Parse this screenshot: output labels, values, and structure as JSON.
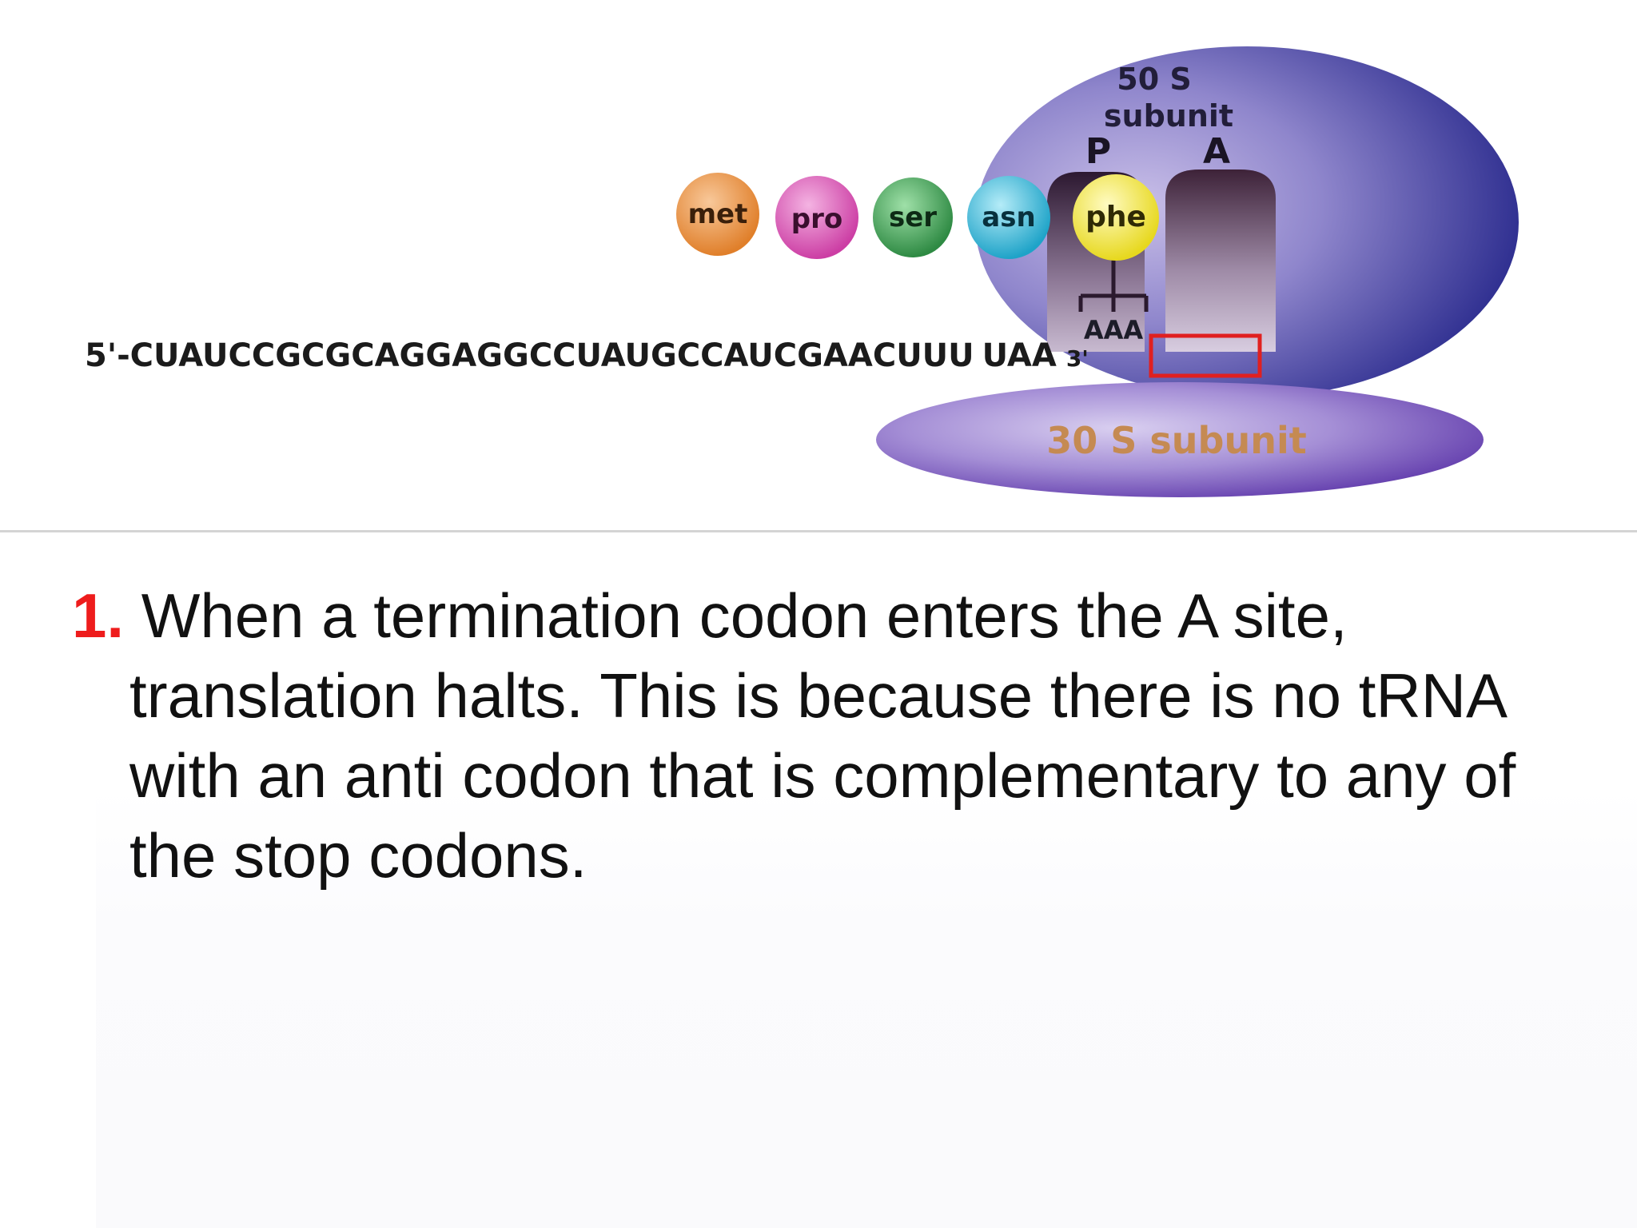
{
  "diagram": {
    "large_subunit": "50 S\nsubunit",
    "large_subunit_line1": "50 S",
    "large_subunit_line2": "subunit",
    "site_p": "P",
    "site_a": "A",
    "amino_acids": [
      {
        "label": "met",
        "color": "#e99240"
      },
      {
        "label": "pro",
        "color": "#d95fb8"
      },
      {
        "label": "ser",
        "color": "#3f9f56"
      },
      {
        "label": "asn",
        "color": "#38b6d4"
      },
      {
        "label": "phe",
        "color": "#f2e83a"
      }
    ],
    "anticodon": "AAA",
    "mrna_before": "5'-CUAUCCGCGCAGGAGGCCUAUGCCAUCGAACUUU",
    "stop_codon": "UAA",
    "mrna_end": "3'",
    "small_subunit": "30 S subunit",
    "colors": {
      "ribosome_dark": "#2e2f8f",
      "ribosome_light": "#b7a9de",
      "stop_box": "#e02020",
      "trna_dark": "#3b2440"
    }
  },
  "text": {
    "number": "1.",
    "line1": " When a termination codon enters the A site,",
    "line2": "translation halts. This is because there is no tRNA",
    "line3": "with an anti codon that is complementary to any of",
    "line4": "the stop codons."
  }
}
